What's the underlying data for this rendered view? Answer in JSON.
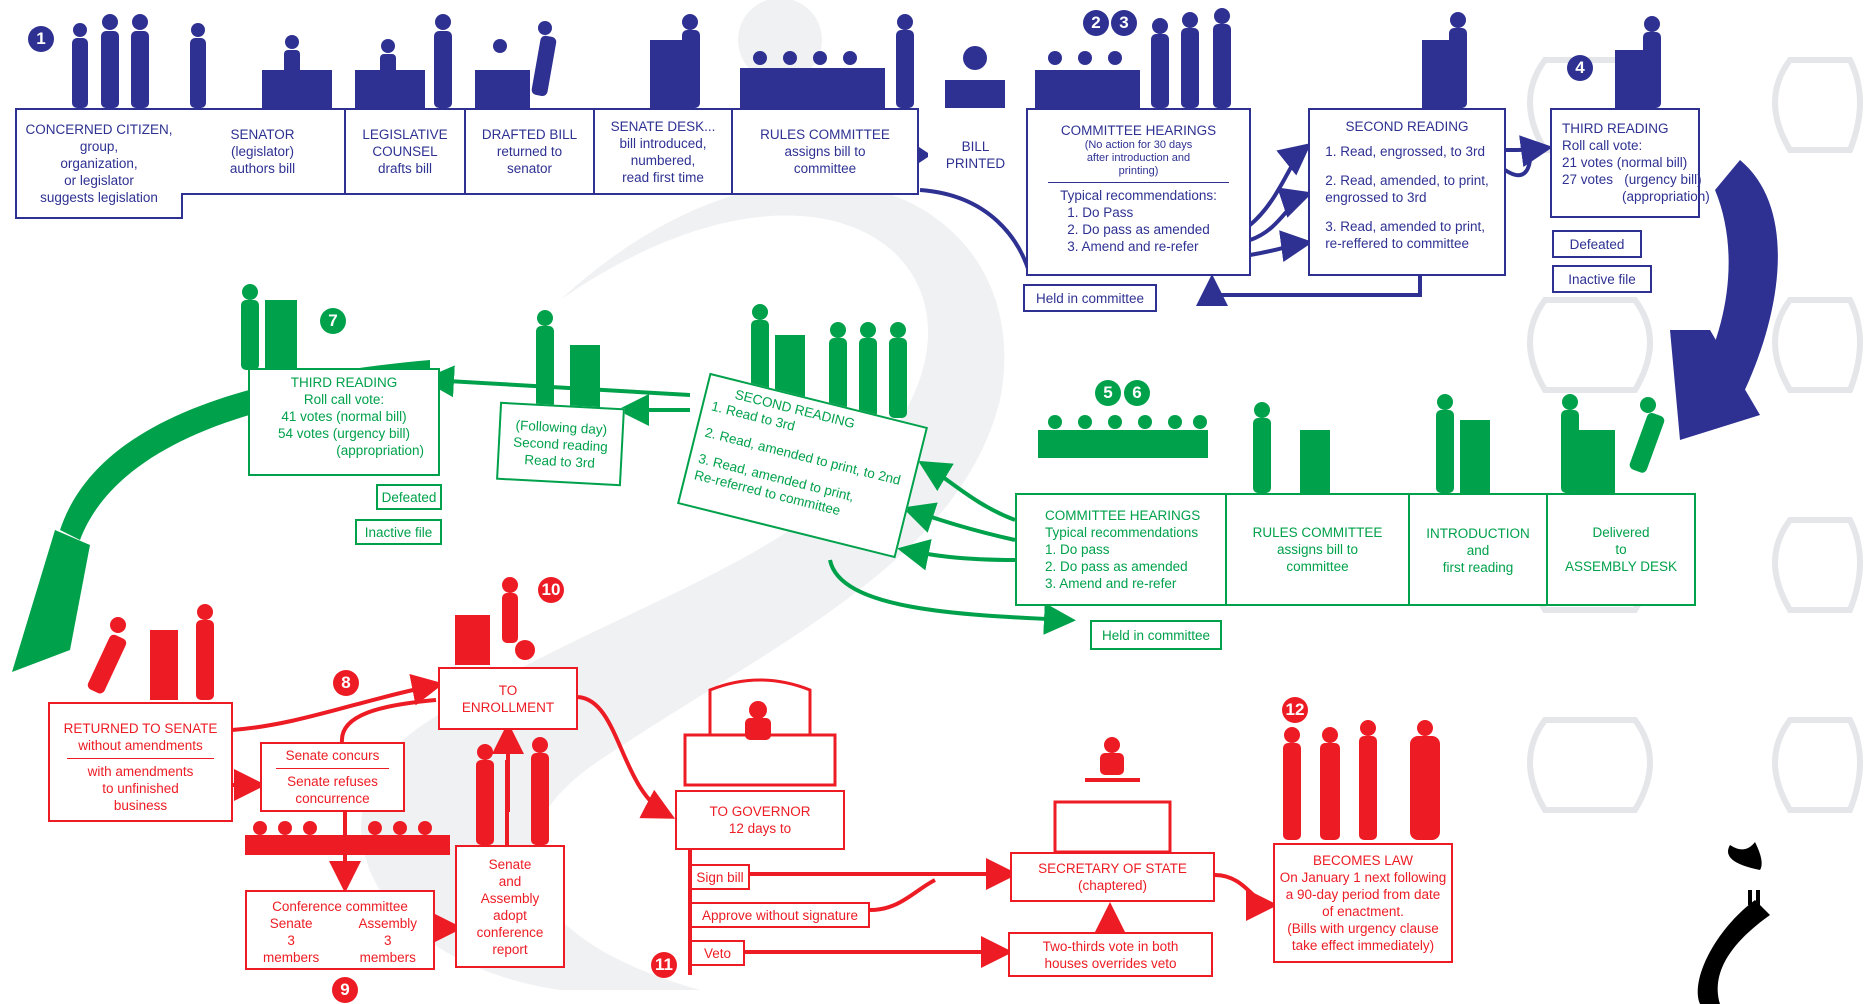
{
  "colors": {
    "senate": "#2e3192",
    "assembly": "#00a14b",
    "final": "#ed1c24"
  },
  "badges": [
    "1",
    "2",
    "3",
    "4",
    "5",
    "6",
    "7",
    "8",
    "9",
    "10",
    "11",
    "12"
  ],
  "senate": {
    "citizen": [
      "CONCERNED CITIZEN,",
      "group,",
      "organization,",
      "or legislator",
      "suggests legislation"
    ],
    "senator": [
      "SENATOR",
      "(legislator)",
      "authors bill"
    ],
    "counsel": [
      "LEGISLATIVE",
      "COUNSEL",
      "drafts bill"
    ],
    "drafted": [
      "DRAFTED BILL",
      "returned to",
      "senator"
    ],
    "desk": [
      "SENATE DESK...",
      "bill introduced,",
      "numbered,",
      "read first time"
    ],
    "rules": [
      "RULES COMMITTEE",
      "assigns bill to",
      "committee"
    ],
    "printed": [
      "BILL",
      "PRINTED"
    ],
    "hearings": {
      "title": "COMMITTEE HEARINGS",
      "note": [
        "(No action for 30 days",
        "after introduction and",
        "printing)"
      ],
      "typical": "Typical recommendations:",
      "items": [
        "1.   Do Pass",
        "2.   Do pass as amended",
        "3.   Amend and re-refer"
      ]
    },
    "held": "Held in committee",
    "second": {
      "title": "SECOND READING",
      "items": [
        "1.  Read, engrossed, to 3rd",
        "2.  Read, amended, to print,\n      engrossed to 3rd",
        "3.  Read, amended to print,\n      re-reffered to committee"
      ]
    },
    "third": {
      "title": "THIRD READING",
      "lines": [
        "Roll call vote:",
        "21 votes   (normal bill)",
        "27 votes   (urgency bill)",
        "                (appropriation)"
      ]
    },
    "defeated": "Defeated",
    "inactive": "Inactive file"
  },
  "assembly": {
    "third": {
      "title": "THIRD READING",
      "lines": [
        "Roll call vote:",
        "41 votes (normal bill)",
        "54 votes (urgency bill)",
        "(appropriation)"
      ]
    },
    "defeated": "Defeated",
    "inactive": "Inactive file",
    "following": [
      "(Following day)",
      "Second reading",
      "Read to 3rd"
    ],
    "second": {
      "title": "SECOND READING",
      "items": [
        "1.    Read to 3rd",
        "2.    Read, amended to print, to 2nd",
        "3.    Read, amended to print,\n       Re-referred to committee"
      ]
    },
    "hearings": {
      "title": "COMMITTEE HEARINGS",
      "typical": "Typical recommendations",
      "items": [
        "1.  Do pass",
        "2.  Do pass as amended",
        "3.  Amend and re-refer"
      ]
    },
    "held": "Held in committee",
    "rules": [
      "RULES COMMITTEE",
      "assigns bill to",
      "committee"
    ],
    "intro": [
      "INTRODUCTION",
      "and",
      "first reading"
    ],
    "delivered": [
      "Delivered",
      "to",
      "ASSEMBLY DESK"
    ]
  },
  "final": {
    "returned": {
      "title": "RETURNED TO SENATE",
      "sub": "without amendments",
      "with": [
        "with amendments",
        "to unfinished",
        "business"
      ]
    },
    "concurs": "Senate concurs",
    "refuses": [
      "Senate refuses",
      "concurrence"
    ],
    "enrollment": [
      "TO",
      "ENROLLMENT"
    ],
    "adopt": [
      "Senate",
      "and",
      "Assembly",
      "adopt",
      "conference",
      "report"
    ],
    "conference": {
      "title": "Conference committee",
      "senate": [
        "Senate",
        "3",
        "members"
      ],
      "assembly": [
        "Assembly",
        "3",
        "members"
      ]
    },
    "governor": [
      "TO GOVERNOR",
      "12 days to"
    ],
    "sign": "Sign bill",
    "approve": "Approve without signature",
    "veto": "Veto",
    "sos": [
      "SECRETARY OF STATE",
      "(chaptered)"
    ],
    "override": [
      "Two-thirds vote in both",
      "houses overrides veto"
    ],
    "law": {
      "title": "BECOMES LAW",
      "lines": [
        "On January 1 next following",
        "a 90-day period from date",
        "of enactment.",
        "(Bills with urgency clause",
        "take effect immediately)"
      ]
    }
  }
}
